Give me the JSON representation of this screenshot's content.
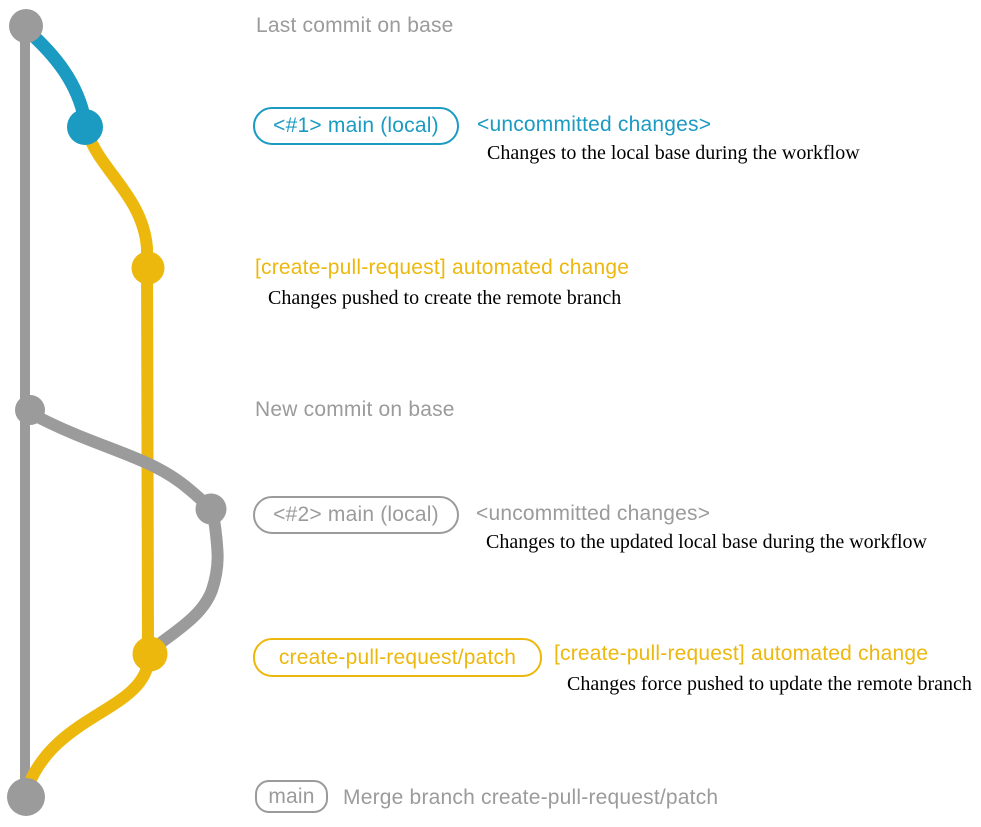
{
  "colors": {
    "teal": "#1b9ac2",
    "yellow": "#edb80d",
    "gray": "#9b9b9b",
    "desc": "#000000"
  },
  "graph": {
    "commits": [
      {
        "id": "base-top",
        "color": "gray",
        "meaning": "Last commit on base"
      },
      {
        "id": "local-1",
        "color": "teal",
        "meaning": "<#1> main (local) uncommitted changes"
      },
      {
        "id": "remote-1",
        "color": "yellow",
        "meaning": "[create-pull-request] automated change"
      },
      {
        "id": "base-new",
        "color": "gray",
        "meaning": "New commit on base"
      },
      {
        "id": "local-2",
        "color": "gray",
        "meaning": "<#2> main (local) uncommitted changes"
      },
      {
        "id": "remote-2",
        "color": "yellow",
        "meaning": "[create-pull-request] automated change (force push)"
      },
      {
        "id": "merge",
        "color": "gray",
        "meaning": "Merge branch create-pull-request/patch"
      }
    ]
  },
  "rows": {
    "last_commit_label": "Last commit on base",
    "local1": {
      "badge": "<#1> main (local)",
      "status": "<uncommitted changes>",
      "desc": "Changes to the local base during the workflow"
    },
    "automated1": {
      "title": "[create-pull-request] automated change",
      "desc": "Changes pushed to create the remote branch"
    },
    "new_commit_label": "New commit on base",
    "local2": {
      "badge": "<#2> main (local)",
      "status": "<uncommitted changes>",
      "desc": "Changes to the updated local base during the workflow"
    },
    "patch": {
      "badge": "create-pull-request/patch",
      "title": "[create-pull-request] automated change",
      "desc": "Changes force pushed to update the remote branch"
    },
    "merge": {
      "badge": "main",
      "label": "Merge branch create-pull-request/patch"
    }
  }
}
